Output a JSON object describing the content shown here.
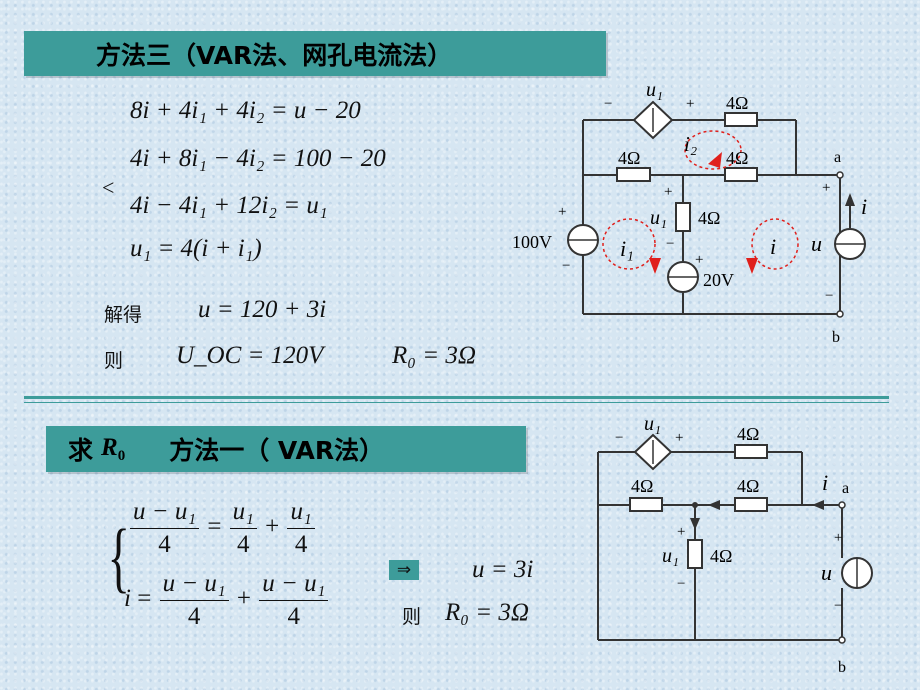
{
  "section1": {
    "title": "方法三（VAR法、网孔电流法）",
    "equations": [
      "8i + 4i₁ + 4i₂ = u − 20",
      "4i + 8i₁ − 4i₂ = 100 − 20",
      "4i − 4i₁ + 12i₂ = u₁",
      "u₁ = 4(i + i₁)"
    ],
    "solve_label": "解得",
    "solve_result": "u = 120 + 3i",
    "then_label": "则",
    "uoc_result": "U_OC = 120V",
    "r0_result": "R₀ = 3Ω"
  },
  "section2": {
    "title_prefix": "求",
    "title_r0": "R",
    "title_r0_sub": "0",
    "title_method": "方法一（ VAR法）",
    "eq1_left_num": "u − u₁",
    "eq1_left_den": "4",
    "eq1_mid_num": "u₁",
    "eq1_mid_den": "4",
    "eq1_right_num": "u₁",
    "eq1_right_den": "4",
    "eq2_left": "i",
    "eq2_a_num": "u − u₁",
    "eq2_a_den": "4",
    "eq2_b_num": "u − u₁",
    "eq2_b_den": "4",
    "implies_symbol": "⇒",
    "result": "u = 3i",
    "then_label": "则",
    "r0_result": "R₀ = 3Ω"
  },
  "circuit1": {
    "u1": "u₁",
    "r_top": "4Ω",
    "r_mid_left": "4Ω",
    "r_mid_right": "4Ω",
    "r_vertical": "4Ω",
    "v_source": "100V",
    "v_small": "20V",
    "mesh_i1": "i₁",
    "mesh_i2": "i₂",
    "mesh_i": "i",
    "terminal_a": "a",
    "terminal_b": "b",
    "port_u": "u",
    "port_i": "i",
    "plus": "+",
    "minus": "−"
  },
  "circuit2": {
    "u1": "u₁",
    "r_top": "4Ω",
    "r_mid_left": "4Ω",
    "r_mid_right": "4Ω",
    "r_vertical": "4Ω",
    "terminal_a": "a",
    "terminal_b": "b",
    "port_u": "u",
    "port_i": "i",
    "plus": "+",
    "minus": "−"
  },
  "colors": {
    "banner": "#3d9c9a",
    "mesh_arrow": "#e0201c",
    "wire": "#333333",
    "implies_bg": "#3d9c9a"
  }
}
